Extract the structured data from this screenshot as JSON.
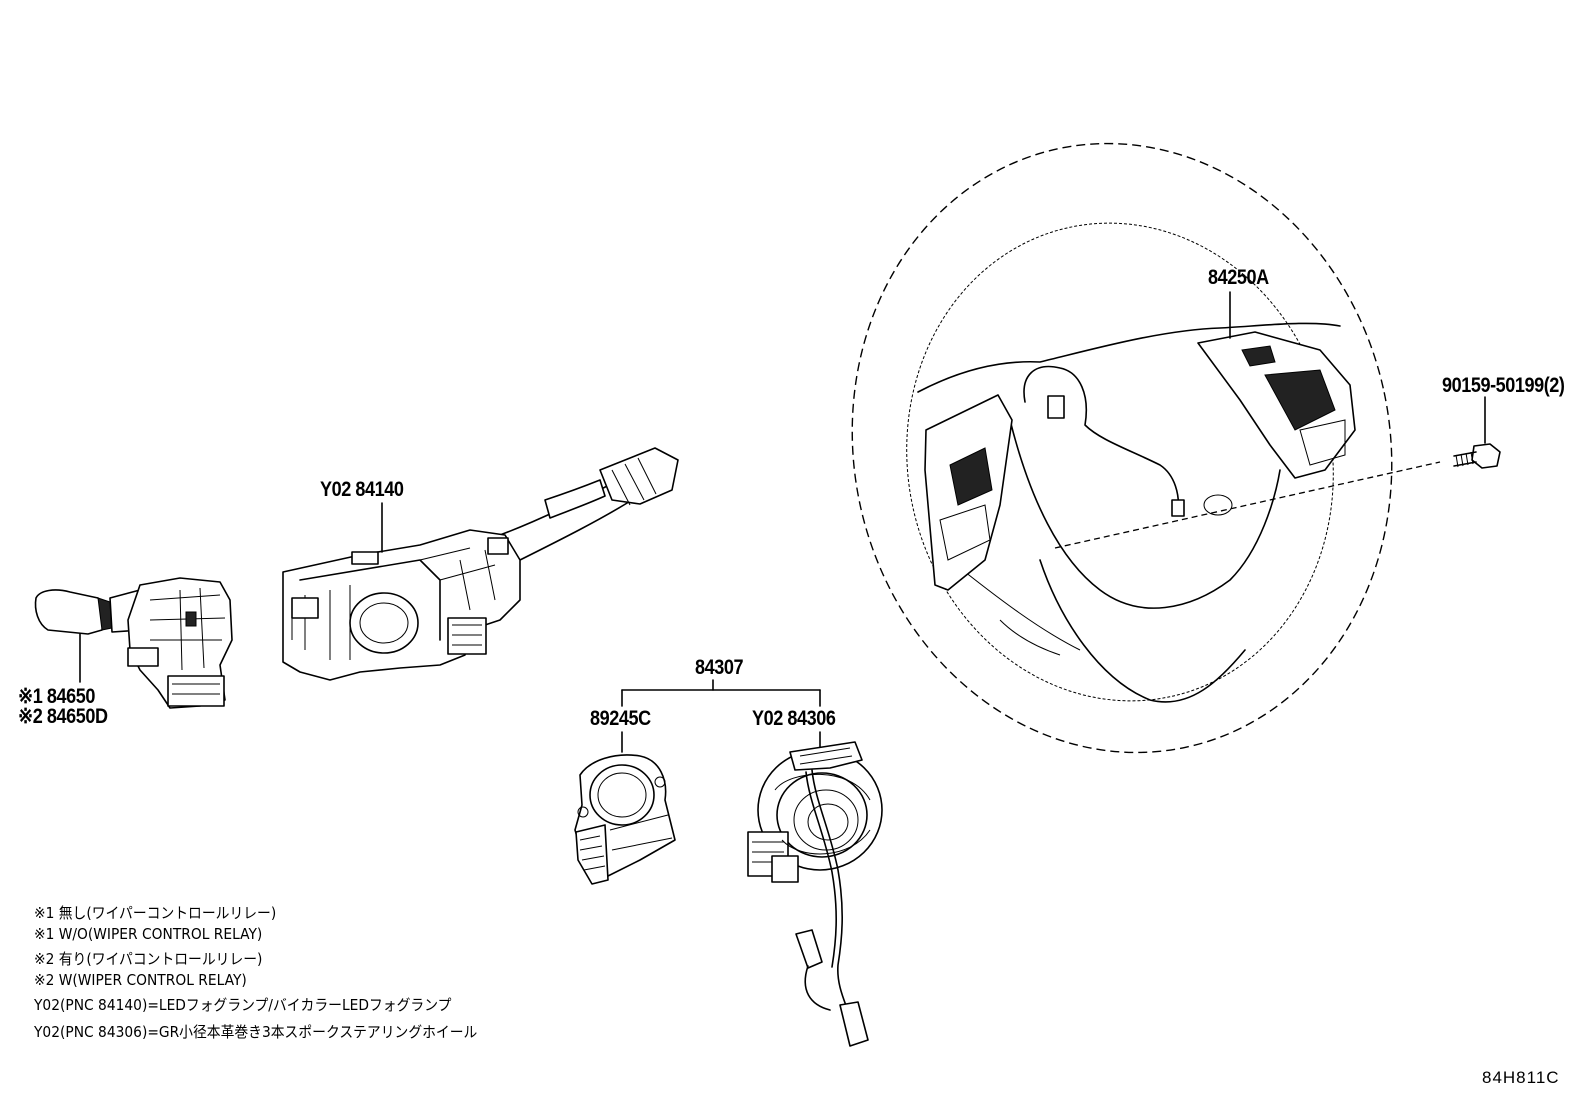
{
  "parts": {
    "steering_switch": "84250A",
    "bolt": "90159-50199(2)",
    "turn_switch": "Y02 84140",
    "wiper_switch_1": "※1 84650",
    "wiper_switch_2": "※2 84650D",
    "spiral_cable_assy": "84307",
    "steering_sensor": "89245C",
    "spiral_cable": "Y02 84306"
  },
  "notes": [
    "※1 無し(ワイパーコントロールリレー)",
    "※1 W/O(WIPER CONTROL RELAY)",
    "※2 有り(ワイパコントロールリレー)",
    "※2 W(WIPER CONTROL RELAY)",
    "Y02(PNC 84140)=LEDフォグランプ/バイカラーLEDフォグランプ",
    "Y02(PNC 84306)=GR小径本革巻き3本スポークステアリングホイール"
  ],
  "illustration_code": "84H811C"
}
